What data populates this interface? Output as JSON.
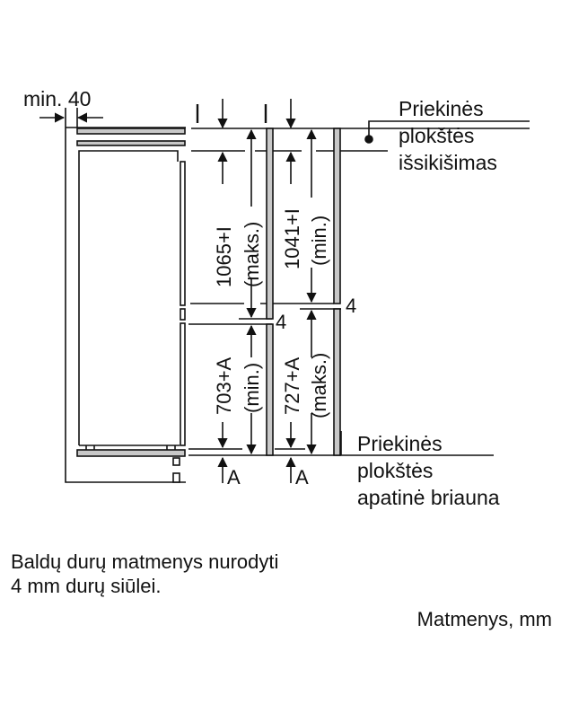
{
  "diagram": {
    "labels": {
      "side_gap": "min. 40",
      "gap_marker_left": "I",
      "gap_marker_right": "I",
      "top_front_label_1": "Priekinės",
      "top_front_label_2": "plokštės",
      "top_front_label_3": "išsikišimas",
      "bottom_front_label_1": "Priekinės",
      "bottom_front_label_2": "plokštės",
      "bottom_front_label_3": "apatinė briauna",
      "upper_left_dim": "1065+I",
      "upper_left_qual": "(maks.)",
      "upper_right_dim": "1041+I",
      "upper_right_qual": "(min.)",
      "lower_left_dim": "703+A",
      "lower_left_qual": "(min.)",
      "lower_right_dim": "727+A",
      "lower_right_qual": "(maks.)",
      "gap_left": "4",
      "gap_right": "4",
      "bottom_marker_left": "A",
      "bottom_marker_right": "A"
    },
    "colors": {
      "line": "#111111",
      "panel_fill": "#c8c8c8",
      "background": "#ffffff"
    }
  },
  "notes": {
    "door_note_line1": "Baldų durų matmenys nurodyti",
    "door_note_line2": "4 mm durų siūlei.",
    "units": "Matmenys, mm"
  }
}
